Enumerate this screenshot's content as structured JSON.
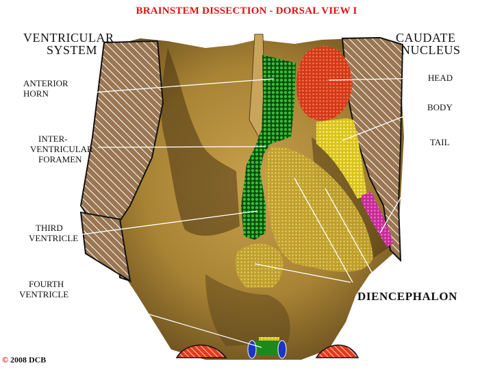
{
  "title": "BRAINSTEM DISSECTION - DORSAL VIEW I",
  "labels": {
    "ventricular_system": [
      "VENTRICULAR",
      "SYSTEM"
    ],
    "caudate_nucleus": [
      "CAUDATE",
      "NUCLEUS"
    ],
    "anterior_horn": [
      "ANTERIOR",
      "HORN"
    ],
    "interventricular_foramen": [
      "INTER-",
      "VENTRICULAR",
      "FORAMEN"
    ],
    "third_ventricle": [
      "THIRD",
      "VENTRICLE"
    ],
    "fourth_ventricle": [
      "FOURTH",
      "VENTRICLE"
    ],
    "head": "HEAD",
    "body": "BODY",
    "tail": "TAIL",
    "diencephalon": "DIENCEPHALON"
  },
  "copyright": {
    "symbol": "©",
    "text": "2008  DCB"
  },
  "colors": {
    "title": "#e11010",
    "tissue": "#b59040",
    "tissue_dark": "#4a3512",
    "ventricle_green": "#1fa01f",
    "caudate_head": "#e33b1b",
    "caudate_body": "#e3d222",
    "caudate_tail": "#d23aa8",
    "diencephalon": "#c9a930",
    "hatch": "#8b6a44",
    "fourth_ventricle_blue": "#1d34c4"
  }
}
